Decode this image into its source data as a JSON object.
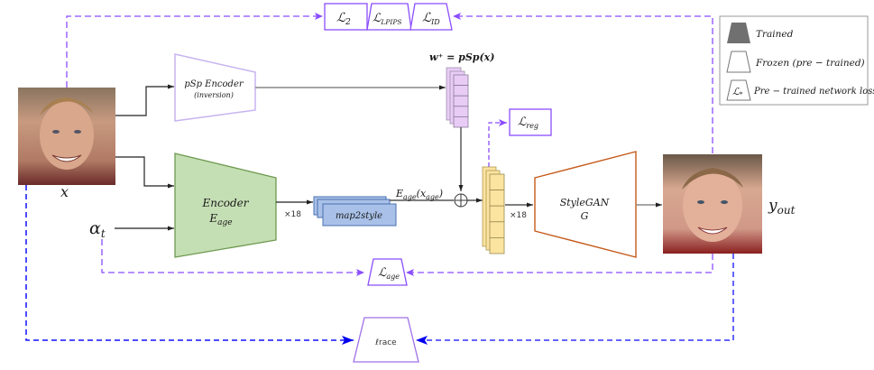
{
  "colors": {
    "purple_dash": "#8b4dff",
    "blue_dash": "#2020ff",
    "psp_stroke": "#c8b4f0",
    "encoder_fill": "#c5dfb4",
    "encoder_stroke": "#6e9a50",
    "map2style_fill": "#a9c1e8",
    "map2style_stroke": "#4a6fb0",
    "wplus_fill": "#e8ccf5",
    "latent_fill": "#fbe3a0",
    "stylegan_stroke": "#c55a1a",
    "trained_fill": "#707070"
  },
  "inputs": {
    "x_label": "x",
    "alpha_label": "α",
    "alpha_sub": "t",
    "x_image": "input-face-young-man",
    "y_image": "output-face-boy"
  },
  "blocks": {
    "psp": {
      "line1": "pSp  Encoder",
      "line2": "(inversion)"
    },
    "encoder": {
      "line1": "Encoder",
      "line2": "E",
      "line2_sub": "age"
    },
    "map2style": "map2style",
    "stylegan": {
      "line1": "StyleGAN",
      "line2": "G"
    }
  },
  "labels": {
    "wplus": "w⁺ = pSp(x)",
    "eage_out": "E",
    "eage_out_sub": "age",
    "eage_out_arg": "(x",
    "eage_out_arg_sub": "age",
    "eage_out_close": ")",
    "x18_a": "×18",
    "x18_b": "×18",
    "y_out": "y",
    "y_out_sub": "out"
  },
  "losses": {
    "l2": {
      "main": "ℒ",
      "sub": "2"
    },
    "lpips": {
      "main": "ℒ",
      "sub": "LPIPS"
    },
    "lid": {
      "main": "ℒ",
      "sub": "ID"
    },
    "lreg": {
      "main": "ℒ",
      "sub": "reg"
    },
    "lage": {
      "main": "ℒ",
      "sub": "age"
    },
    "race": "ℓrace"
  },
  "legend": {
    "items": [
      {
        "label": "Trained"
      },
      {
        "label": "Frozen (pre − trained)"
      },
      {
        "label": "Pre − trained network loss",
        "glyph": "ℒ",
        "glyph_sub": "*"
      }
    ]
  }
}
